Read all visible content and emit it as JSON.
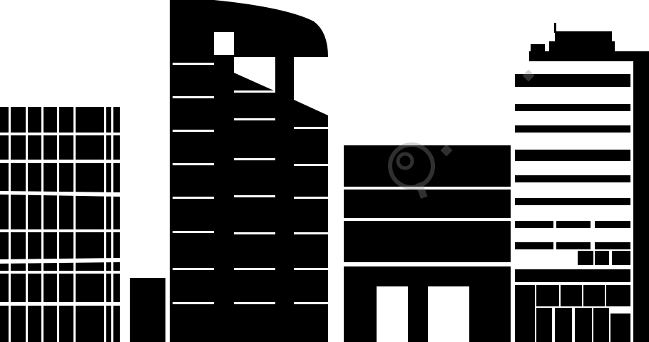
{
  "scene": {
    "background_color": "#ffffff",
    "silhouette_color": "#000000",
    "buildings": [
      {
        "name": "grid-tower-left"
      },
      {
        "name": "small-block"
      },
      {
        "name": "curved-roof-tower"
      },
      {
        "name": "low-wide-block"
      },
      {
        "name": "striped-tower-right"
      }
    ],
    "watermark": {
      "icon": "magnifier-watermark-icon",
      "color": "#8a8a8a"
    }
  }
}
